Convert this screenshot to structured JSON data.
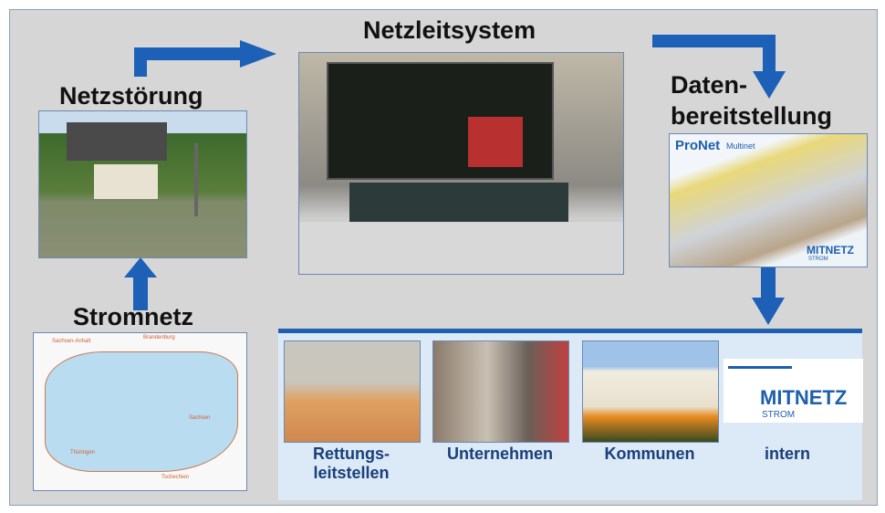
{
  "titles": {
    "netzleitsystem": "Netzleitsystem",
    "netzstoerung": "Netzstörung",
    "datenbereitstellung_1": "Daten-",
    "datenbereitstellung_2": "bereitstellung",
    "stromnetz": "Stromnetz"
  },
  "pronet": {
    "brand": "ProNet",
    "sub": "Multinet",
    "logo": "MITNETZ",
    "logo_sub": "STROM"
  },
  "map": {
    "labels": [
      "Sachsen-Anhalt",
      "Brandenburg",
      "Sachsen",
      "Thüringen",
      "Tschechien"
    ]
  },
  "recipients": [
    {
      "label_1": "Rettungs-",
      "label_2": "leitstellen"
    },
    {
      "label_1": "Unternehmen"
    },
    {
      "label_1": "Kommunen"
    },
    {
      "label_1": "intern"
    }
  ],
  "intern_logo": {
    "name": "MITNETZ",
    "sub": "STROM"
  },
  "colors": {
    "arrow": "#1d60b8",
    "panel": "#dbeaf6",
    "background": "#d6d6d6"
  }
}
